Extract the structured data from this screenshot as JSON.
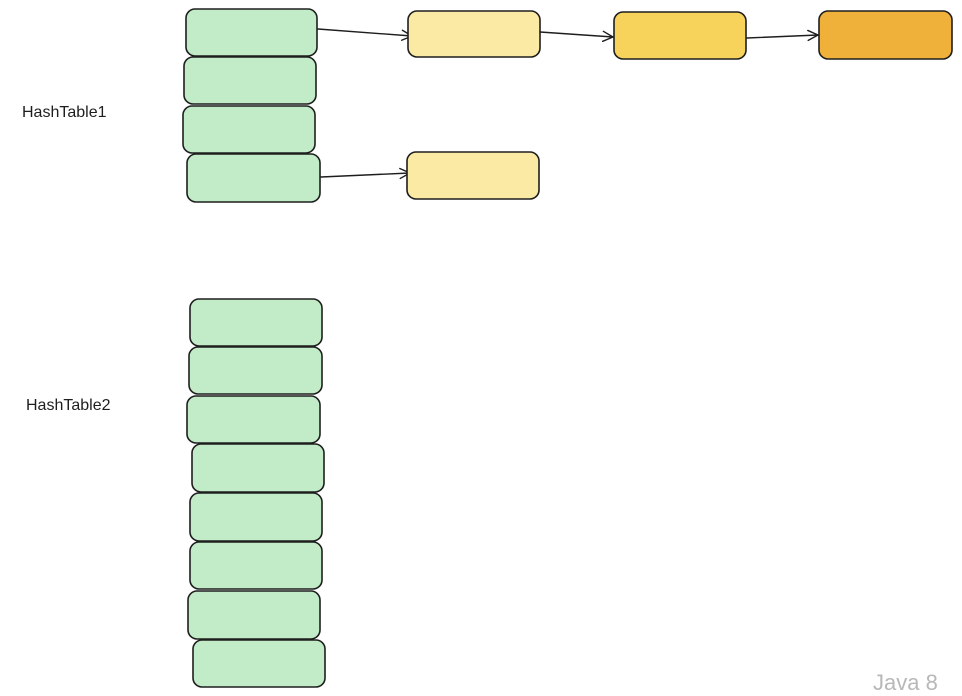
{
  "labels": {
    "table1": "HashTable1",
    "table2": "HashTable2"
  },
  "watermark": "Java 8",
  "colors": {
    "bucket_fill": "#c1ecc7",
    "node_light": "#fbeaa4",
    "node_mid": "#f7d35c",
    "node_dark": "#f0b13a",
    "stroke": "#1e1e1e"
  },
  "hashtable1": {
    "bucket_count": 4,
    "chains": [
      {
        "bucket": 0,
        "length": 3
      },
      {
        "bucket": 3,
        "length": 1
      }
    ]
  },
  "hashtable2": {
    "bucket_count": 8,
    "chains": []
  }
}
